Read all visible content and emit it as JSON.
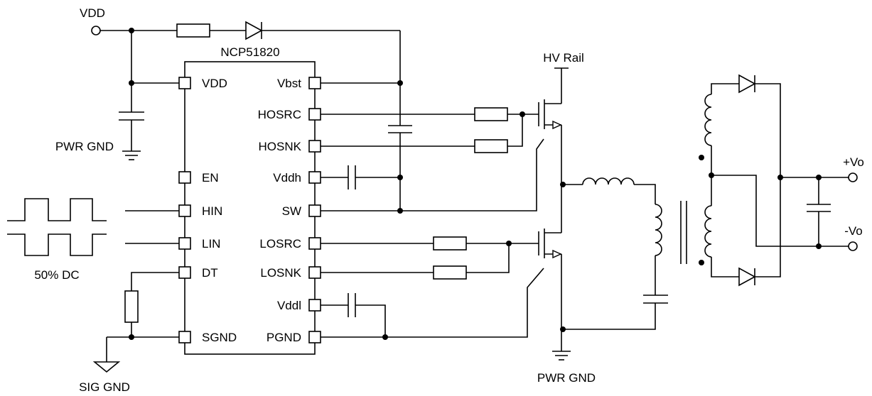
{
  "ic": {
    "name": "NCP51820",
    "left_pins": [
      "VDD",
      "EN",
      "HIN",
      "LIN",
      "DT",
      "SGND"
    ],
    "right_pins": [
      "Vbst",
      "HOSRC",
      "HOSNK",
      "Vddh",
      "SW",
      "LOSRC",
      "LOSNK",
      "Vddl",
      "PGND"
    ]
  },
  "labels": {
    "vdd": "VDD",
    "pwr_gnd_left": "PWR GND",
    "pwr_gnd_bottom": "PWR GND",
    "sig_gnd": "SIG GND",
    "duty_cycle": "50% DC",
    "hv_rail": "HV Rail",
    "vo_plus": "+Vo",
    "vo_minus": "-Vo"
  }
}
